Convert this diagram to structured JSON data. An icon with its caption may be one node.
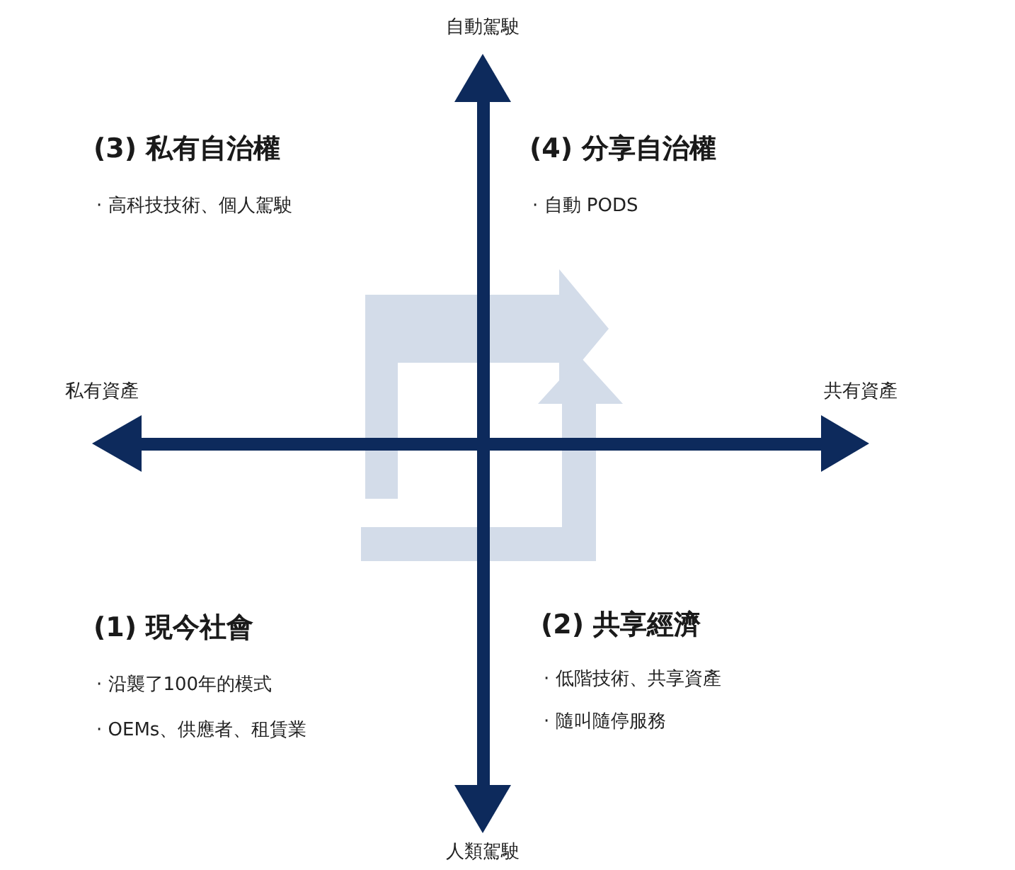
{
  "diagram": {
    "labels": [
      "自動駕駛",
      "(3) 私有自治權",
      "· 高科技技術、個人駕駛",
      "(4) 分享自治權",
      "· 自動 PODS",
      "私有資產",
      "共有資產",
      "(1) 現今社會",
      "· 沿襲了100年的模式",
      "· OEMs、供應者、租賃業",
      "(2) 共享經濟",
      "· 低階技術、共享資產",
      "· 隨叫隨停服務",
      "人類駕駛"
    ]
  }
}
